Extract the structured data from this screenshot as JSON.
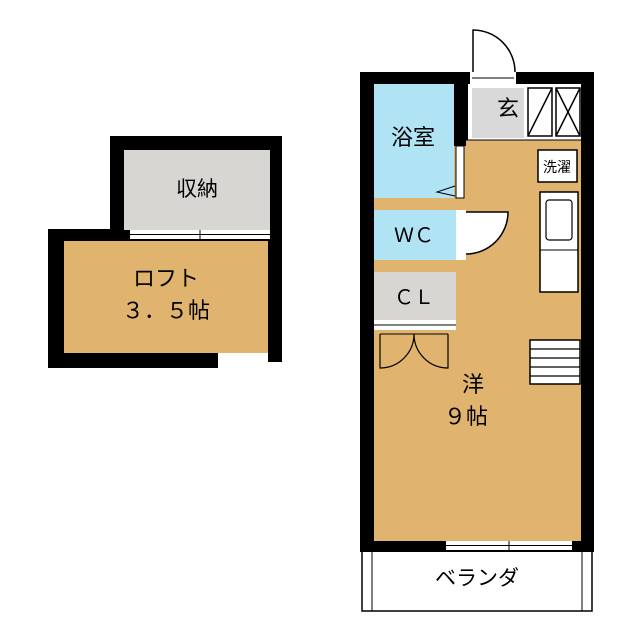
{
  "colors": {
    "wall": "#000000",
    "floor_wood": "#E0B46E",
    "storage": "#D8D6D2",
    "bath": "#B0E4F4",
    "fixture_gray": "#D9D9D9",
    "background": "#FFFFFF"
  },
  "loft_plan": {
    "storage_label": "収納",
    "loft_label_line1": "ロフト",
    "loft_label_line2": "３．５帖"
  },
  "unit_plan": {
    "entrance_label": "玄",
    "bath_label": "浴室",
    "laundry_label": "洗濯",
    "toilet_label": "ＷＣ",
    "closet_label": "ＣＬ",
    "western_room_label_line1": "洋",
    "western_room_label_line2": "９帖",
    "balcony_label": "ベランダ"
  }
}
